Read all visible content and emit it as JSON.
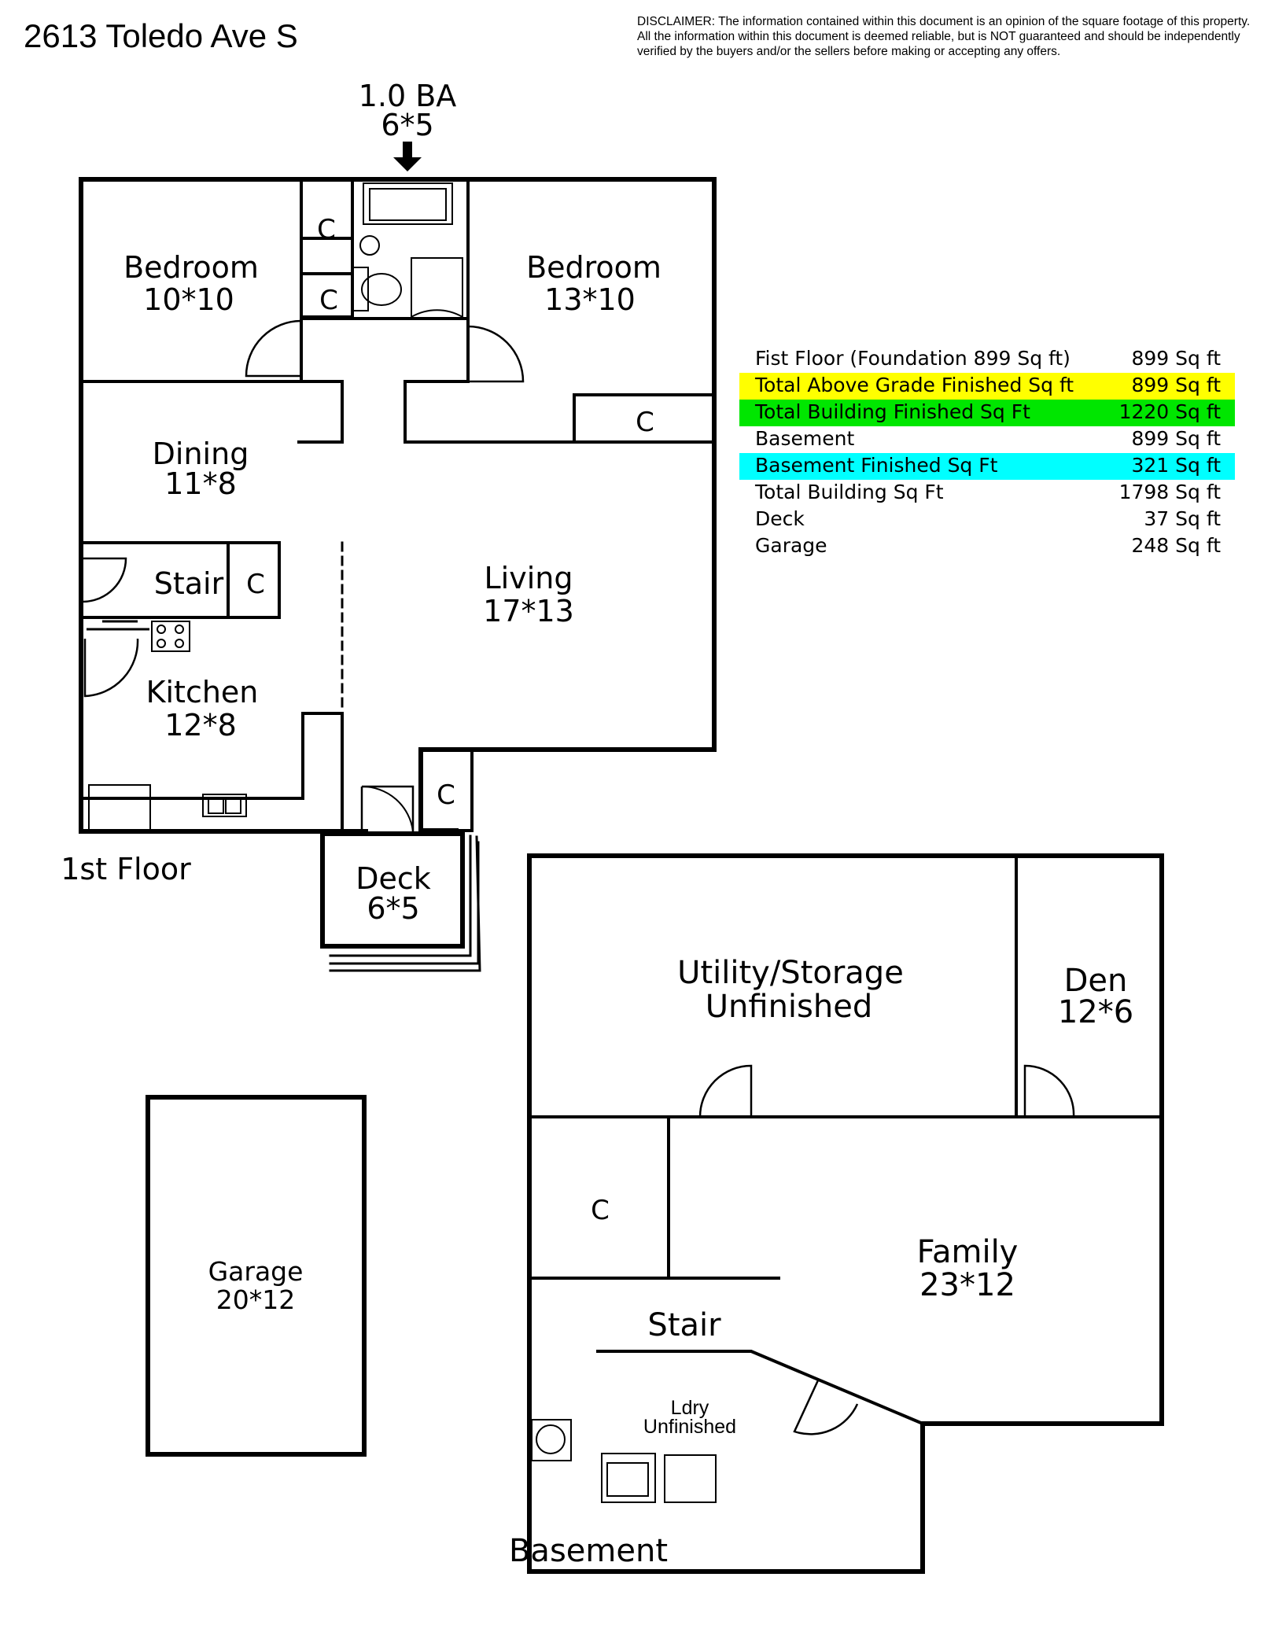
{
  "header": {
    "address": "2613 Toledo Ave S",
    "disclaimer": "DISCLAIMER: The information contained within this document is an opinion of the square footage of this property. All the information within this document is deemed reliable, but is NOT guaranteed and should be independently verified by the buyers and/or the sellers before making or accepting any offers."
  },
  "first_floor": {
    "label": "1st Floor",
    "bath": {
      "name": "1.0 BA",
      "size": "6*5"
    },
    "bedroom_left": {
      "name": "Bedroom",
      "size": "10*10"
    },
    "bedroom_right": {
      "name": "Bedroom",
      "size": "13*10"
    },
    "dining": {
      "name": "Dining",
      "size": "11*8"
    },
    "living": {
      "name": "Living",
      "size": "17*13"
    },
    "stair": {
      "name": "Stair"
    },
    "kitchen": {
      "name": "Kitchen",
      "size": "12*8"
    },
    "deck": {
      "name": "Deck",
      "size": "6*5"
    },
    "closet_mark": "C"
  },
  "garage": {
    "name": "Garage",
    "size": "20*12"
  },
  "basement": {
    "label": "Basement",
    "utility": {
      "name": "Utility/Storage",
      "note": "Unfinished"
    },
    "den": {
      "name": "Den",
      "size": "12*6"
    },
    "family": {
      "name": "Family",
      "size": "23*12"
    },
    "stair": {
      "name": "Stair"
    },
    "laundry": {
      "name": "Ldry",
      "note": "Unfinished"
    },
    "closet_mark": "C"
  },
  "area_table": {
    "rows": [
      {
        "label": "Fist Floor (Foundation 899 Sq ft)",
        "value": "899 Sq ft",
        "highlight": ""
      },
      {
        "label": "Total Above Grade Finished Sq ft",
        "value": "899 Sq ft",
        "highlight": "#ffff00"
      },
      {
        "label": "Total Building Finished Sq Ft",
        "value": "1220 Sq ft",
        "highlight": "#00e600"
      },
      {
        "label": "Basement",
        "value": "899 Sq ft",
        "highlight": ""
      },
      {
        "label": "Basement Finished Sq Ft",
        "value": "321 Sq ft",
        "highlight": "#00ffff"
      },
      {
        "label": "Total Building Sq Ft",
        "value": "1798 Sq ft",
        "highlight": ""
      },
      {
        "label": "Deck",
        "value": "37 Sq ft",
        "highlight": ""
      },
      {
        "label": "Garage",
        "value": "248 Sq ft",
        "highlight": ""
      }
    ]
  }
}
